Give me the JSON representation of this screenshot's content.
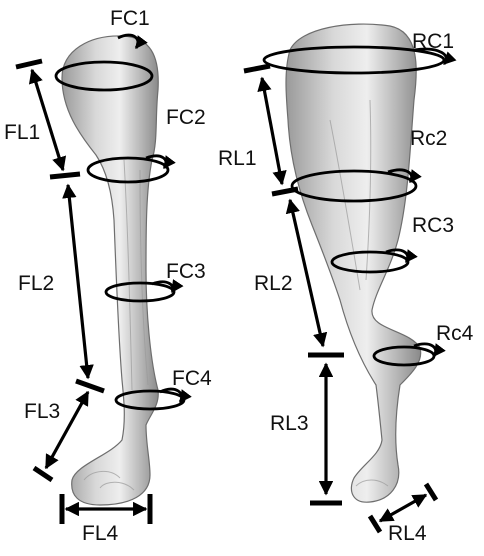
{
  "labels": {
    "fc1": "FC1",
    "fc2": "FC2",
    "fc3": "FC3",
    "fc4": "FC4",
    "fl1": "FL1",
    "fl2": "FL2",
    "fl3": "FL3",
    "fl4": "FL4",
    "rc1": "RC1",
    "rc2": "Rc2",
    "rc3": "RC3",
    "rc4": "Rc4",
    "rl1": "RL1",
    "rl2": "RL2",
    "rl3": "RL3",
    "rl4": "RL4"
  },
  "colors": {
    "ink": "#000000",
    "skin_light": "#e4e4e4",
    "skin_dark": "#8c8c8c"
  }
}
